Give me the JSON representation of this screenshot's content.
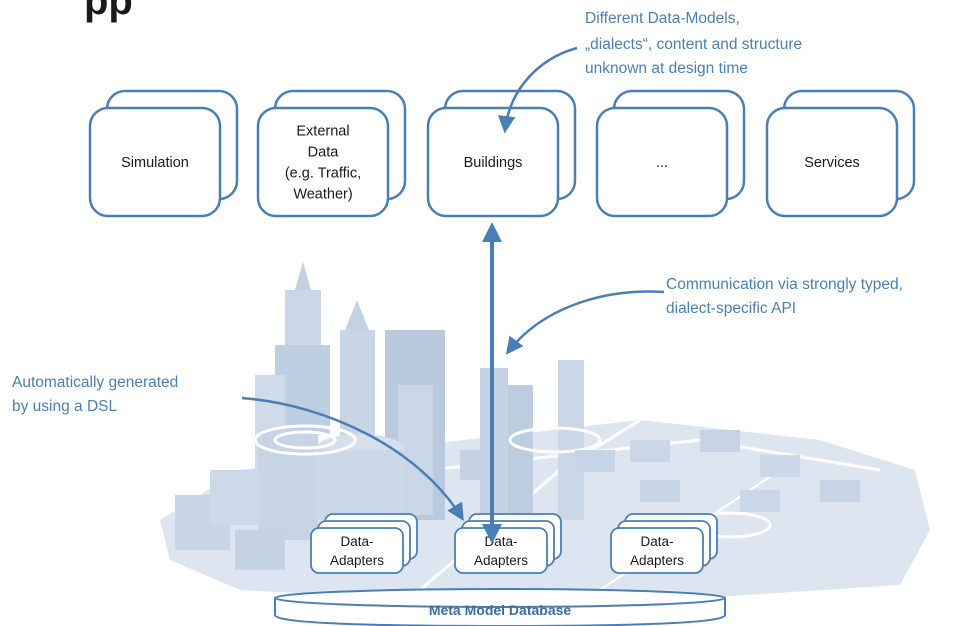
{
  "title_fragment": "pp",
  "sources": [
    {
      "lines": [
        "Simulation"
      ]
    },
    {
      "lines": [
        "External",
        "Data",
        "(e.g. Traffic,",
        "Weather)"
      ]
    },
    {
      "lines": [
        "Buildings"
      ]
    },
    {
      "lines": [
        "..."
      ]
    },
    {
      "lines": [
        "Services"
      ]
    }
  ],
  "annotations": {
    "data_models": [
      "Different Data-Models,",
      "„dialects“, content and structure",
      "unknown at design time"
    ],
    "communication": [
      "Communication via strongly typed,",
      "dialect-specific API"
    ],
    "generated": [
      "Automatically generated",
      "by using a DSL"
    ]
  },
  "adapters": [
    {
      "lines": [
        "Data-",
        "Adapters"
      ]
    },
    {
      "lines": [
        "Data-",
        "Adapters"
      ]
    },
    {
      "lines": [
        "Data-",
        "Adapters"
      ]
    }
  ],
  "database": {
    "label": "Meta Model Database"
  },
  "colors": {
    "box_stroke": "#4a7fb5",
    "annotation": "#4a7fb5",
    "arrow": "#4a7fb5",
    "db_text": "#3a6ea5",
    "city": "#c9d7e8"
  }
}
